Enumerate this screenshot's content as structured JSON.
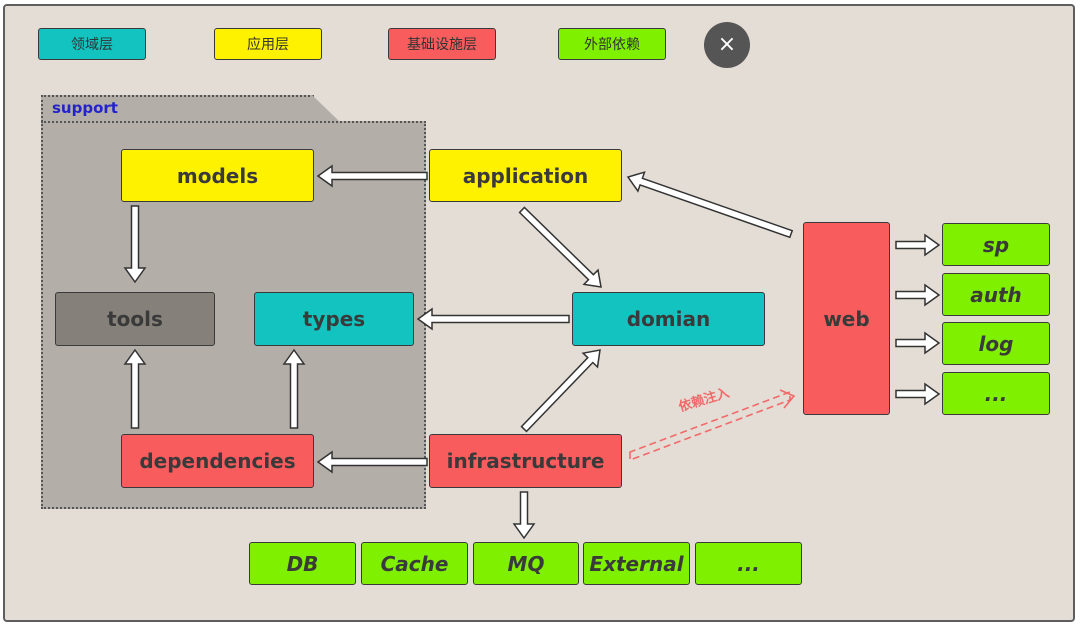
{
  "legend": {
    "domain": "领域层",
    "application": "应用层",
    "infrastructure": "基础设施层",
    "external": "外部依赖"
  },
  "close_label": "×",
  "colors": {
    "background": "#e4ddd6",
    "yellow": "#fff200",
    "teal": "#12c3c0",
    "red": "#f85c5c",
    "green": "#7ff000",
    "grey": "#858079",
    "support": "#b3aea8",
    "support_label": "#2323c8"
  },
  "support": {
    "label": "support"
  },
  "nodes": {
    "models": "models",
    "application": "application",
    "tools": "tools",
    "types": "types",
    "domian": "domian",
    "dependencies": "dependencies",
    "infrastructure": "infrastructure",
    "web": "web"
  },
  "web_deps": [
    "sp",
    "auth",
    "log",
    "..."
  ],
  "infra_deps": [
    "DB",
    "Cache",
    "MQ",
    "External",
    "..."
  ],
  "injection_label": "依赖注入"
}
